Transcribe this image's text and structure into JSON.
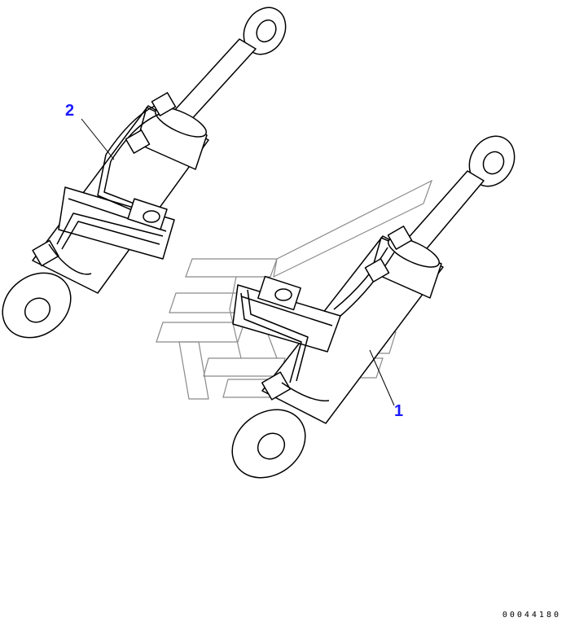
{
  "callouts": [
    {
      "label": "2"
    },
    {
      "label": "1"
    }
  ],
  "drawing_id": "00044180",
  "colors": {
    "line": "#000000",
    "callout_text": "#1a1aff",
    "watermark": "#8a8a8a",
    "background": "#ffffff"
  },
  "icons": {
    "watermark": "manufacturer-logo-watermark"
  }
}
